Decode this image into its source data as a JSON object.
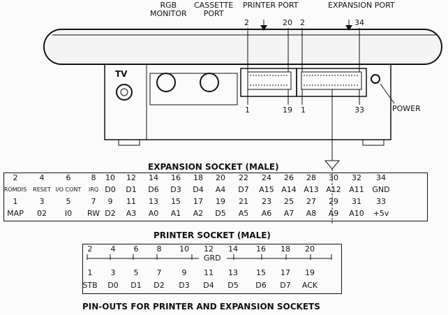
{
  "device_labels": {
    "rgb": "RGB\nMONITOR",
    "rgb1": "RGB",
    "rgb2": "MONITOR",
    "cass1": "CASSETTE",
    "cass2": "PORT",
    "printer_port": "PRINTER PORT",
    "expansion_port": "EXPANSION PORT",
    "tv": "TV",
    "power": "POWER",
    "pp_top_left": "2",
    "pp_top_right": "20",
    "pp_bot_left": "1",
    "pp_bot_right": "19",
    "ep_top_left": "2",
    "ep_top_right": "34",
    "ep_bot_left": "1",
    "ep_bot_right": "33"
  },
  "expansion": {
    "title": "EXPANSION SOCKET (MALE)",
    "even_pins": [
      "2",
      "4",
      "6",
      "8",
      "10",
      "12",
      "14",
      "16",
      "18",
      "20",
      "22",
      "24",
      "26",
      "28",
      "30",
      "32",
      "34"
    ],
    "even_signals": [
      "ROMDIS",
      "RESET",
      "I/O CONT",
      "IRQ",
      "D0",
      "D1",
      "D6",
      "D3",
      "D4",
      "A4",
      "D7",
      "A15",
      "A14",
      "A13",
      "A12",
      "A11",
      "GND"
    ],
    "odd_pins": [
      "1",
      "3",
      "5",
      "7",
      "9",
      "11",
      "13",
      "15",
      "17",
      "19",
      "21",
      "23",
      "25",
      "27",
      "29",
      "31",
      "33"
    ],
    "odd_signals": [
      "MAP",
      "02",
      "I0",
      "RW",
      "D2",
      "A3",
      "A0",
      "A1",
      "A2",
      "D5",
      "A5",
      "A6",
      "A7",
      "A8",
      "A9",
      "A10",
      "+5v"
    ]
  },
  "printer": {
    "title": "PRINTER SOCKET (MALE)",
    "ground_label": "GRD",
    "even_pins": [
      "2",
      "4",
      "6",
      "8",
      "10",
      "12",
      "14",
      "16",
      "18",
      "20"
    ],
    "odd_pins": [
      "1",
      "3",
      "5",
      "7",
      "9",
      "11",
      "13",
      "15",
      "17",
      "19"
    ],
    "odd_signals": [
      "STB",
      "D0",
      "D1",
      "D2",
      "D3",
      "D4",
      "D5",
      "D6",
      "D7",
      "ACK"
    ]
  },
  "caption": "PIN-OUTS FOR PRINTER AND EXPANSION SOCKETS"
}
